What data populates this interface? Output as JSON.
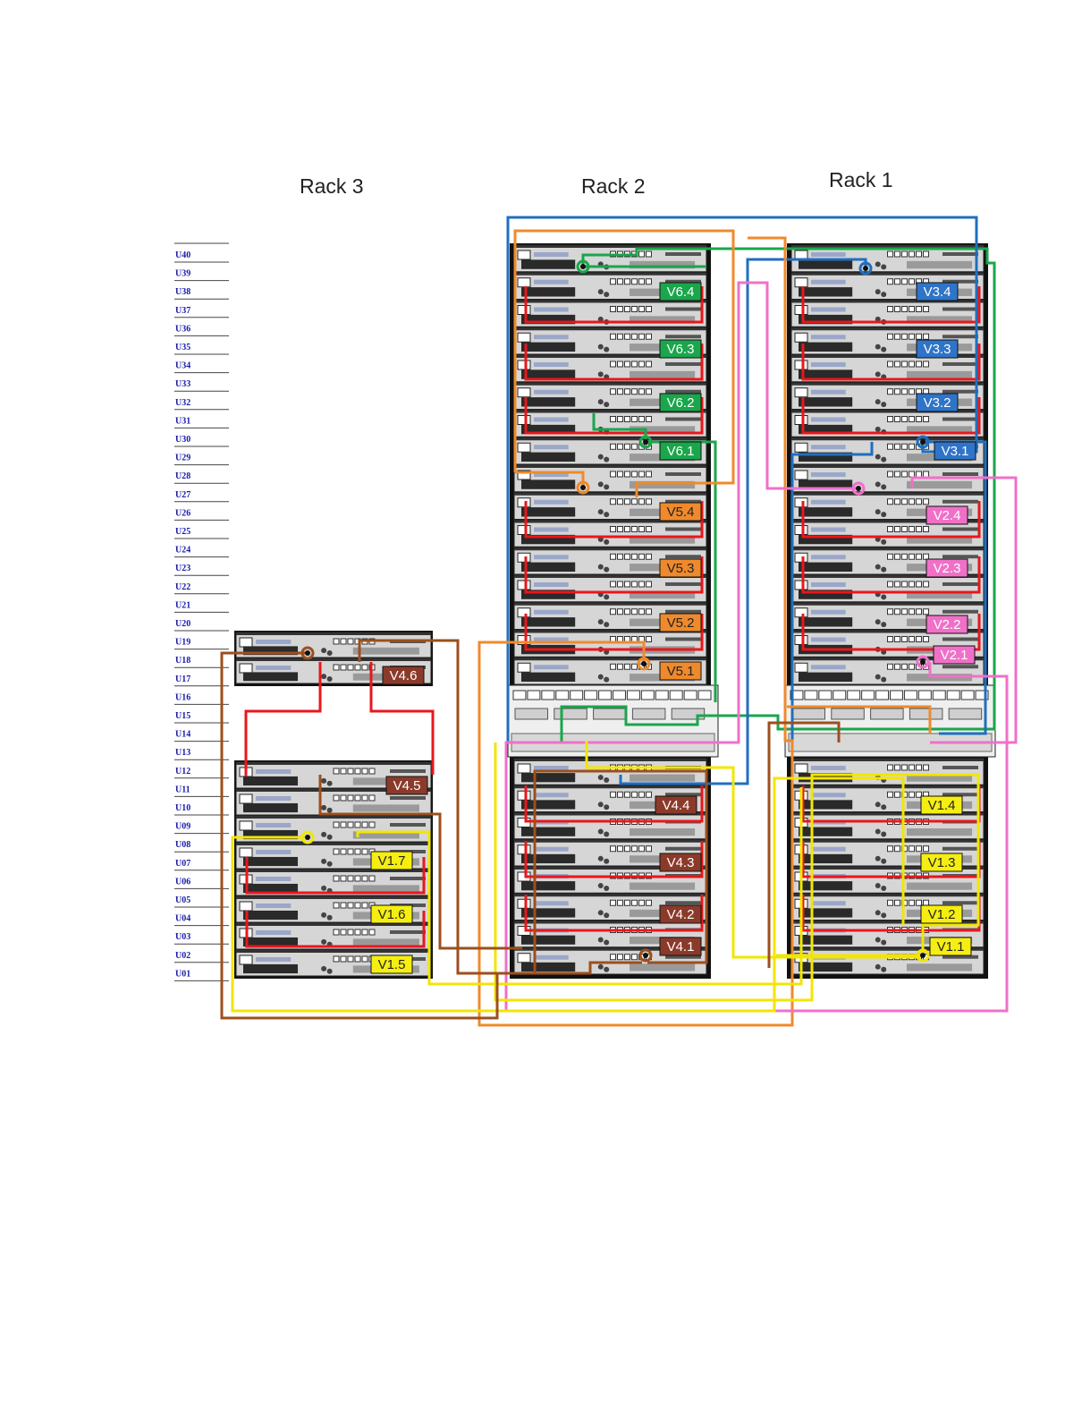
{
  "racks": [
    {
      "id": "rack3",
      "title": "Rack 3"
    },
    {
      "id": "rack2",
      "title": "Rack 2"
    },
    {
      "id": "rack1",
      "title": "Rack 1"
    }
  ],
  "u_labels": [
    "U40",
    "U39",
    "U38",
    "U37",
    "U36",
    "U35",
    "U34",
    "U33",
    "U32",
    "U31",
    "U30",
    "U29",
    "U28",
    "U27",
    "U26",
    "U25",
    "U24",
    "U23",
    "U22",
    "U21",
    "U20",
    "U19",
    "U18",
    "U17",
    "U16",
    "U15",
    "U14",
    "U13",
    "U12",
    "U11",
    "U10",
    "U09",
    "U08",
    "U07",
    "U06",
    "U05",
    "U04",
    "U03",
    "U02",
    "U01"
  ],
  "colors": {
    "red": "#e8171c",
    "green": "#1aa64b",
    "blue": "#1f6fbf",
    "orange": "#ef8a2c",
    "pink": "#f070c8",
    "yellow": "#f2e600",
    "brown": "#9c4f1e",
    "black": "#111111",
    "u_label": "#1a1aa8"
  },
  "volume_tags": [
    {
      "id": "V6.4",
      "rack": "rack2",
      "fill": "#1aa64b",
      "text_color": "#ffffff"
    },
    {
      "id": "V6.3",
      "rack": "rack2",
      "fill": "#1aa64b",
      "text_color": "#ffffff"
    },
    {
      "id": "V6.2",
      "rack": "rack2",
      "fill": "#1aa64b",
      "text_color": "#ffffff"
    },
    {
      "id": "V6.1",
      "rack": "rack2",
      "fill": "#1aa64b",
      "text_color": "#ffffff"
    },
    {
      "id": "V5.4",
      "rack": "rack2",
      "fill": "#ef8a2c",
      "text_color": "#222222"
    },
    {
      "id": "V5.3",
      "rack": "rack2",
      "fill": "#ef8a2c",
      "text_color": "#222222"
    },
    {
      "id": "V5.2",
      "rack": "rack2",
      "fill": "#ef8a2c",
      "text_color": "#222222"
    },
    {
      "id": "V5.1",
      "rack": "rack2",
      "fill": "#ef8a2c",
      "text_color": "#222222"
    },
    {
      "id": "V4.4",
      "rack": "rack2",
      "fill": "#8b3a2a",
      "text_color": "#ffffff"
    },
    {
      "id": "V4.3",
      "rack": "rack2",
      "fill": "#8b3a2a",
      "text_color": "#ffffff"
    },
    {
      "id": "V4.2",
      "rack": "rack2",
      "fill": "#8b3a2a",
      "text_color": "#ffffff"
    },
    {
      "id": "V4.1",
      "rack": "rack2",
      "fill": "#8b3a2a",
      "text_color": "#ffffff"
    },
    {
      "id": "V3.4",
      "rack": "rack1",
      "fill": "#2e74c9",
      "text_color": "#ffffff"
    },
    {
      "id": "V3.3",
      "rack": "rack1",
      "fill": "#2e74c9",
      "text_color": "#ffffff"
    },
    {
      "id": "V3.2",
      "rack": "rack1",
      "fill": "#2e74c9",
      "text_color": "#ffffff"
    },
    {
      "id": "V3.1",
      "rack": "rack1",
      "fill": "#2e74c9",
      "text_color": "#ffffff"
    },
    {
      "id": "V2.4",
      "rack": "rack1",
      "fill": "#f070c8",
      "text_color": "#ffffff"
    },
    {
      "id": "V2.3",
      "rack": "rack1",
      "fill": "#f070c8",
      "text_color": "#ffffff"
    },
    {
      "id": "V2.2",
      "rack": "rack1",
      "fill": "#f070c8",
      "text_color": "#ffffff"
    },
    {
      "id": "V2.1",
      "rack": "rack1",
      "fill": "#f070c8",
      "text_color": "#ffffff"
    },
    {
      "id": "V1.4",
      "rack": "rack1",
      "fill": "#f5ee10",
      "text_color": "#222222"
    },
    {
      "id": "V1.3",
      "rack": "rack1",
      "fill": "#f5ee10",
      "text_color": "#222222"
    },
    {
      "id": "V1.2",
      "rack": "rack1",
      "fill": "#f5ee10",
      "text_color": "#222222"
    },
    {
      "id": "V1.1",
      "rack": "rack1",
      "fill": "#f5ee10",
      "text_color": "#222222"
    },
    {
      "id": "V4.6",
      "rack": "rack3",
      "fill": "#8b3a2a",
      "text_color": "#ffffff"
    },
    {
      "id": "V4.5",
      "rack": "rack3",
      "fill": "#8b3a2a",
      "text_color": "#ffffff"
    },
    {
      "id": "V1.7",
      "rack": "rack3",
      "fill": "#f5ee10",
      "text_color": "#222222"
    },
    {
      "id": "V1.6",
      "rack": "rack3",
      "fill": "#f5ee10",
      "text_color": "#222222"
    },
    {
      "id": "V1.5",
      "rack": "rack3",
      "fill": "#f5ee10",
      "text_color": "#222222"
    }
  ],
  "cables": [
    {
      "id": "green-loop",
      "color": "green"
    },
    {
      "id": "blue-loop",
      "color": "blue"
    },
    {
      "id": "orange-loop",
      "color": "orange"
    },
    {
      "id": "pink-loop",
      "color": "pink"
    },
    {
      "id": "yellow-loop",
      "color": "yellow"
    },
    {
      "id": "brown-loop",
      "color": "brown"
    },
    {
      "id": "red-interconnect",
      "color": "red"
    }
  ]
}
